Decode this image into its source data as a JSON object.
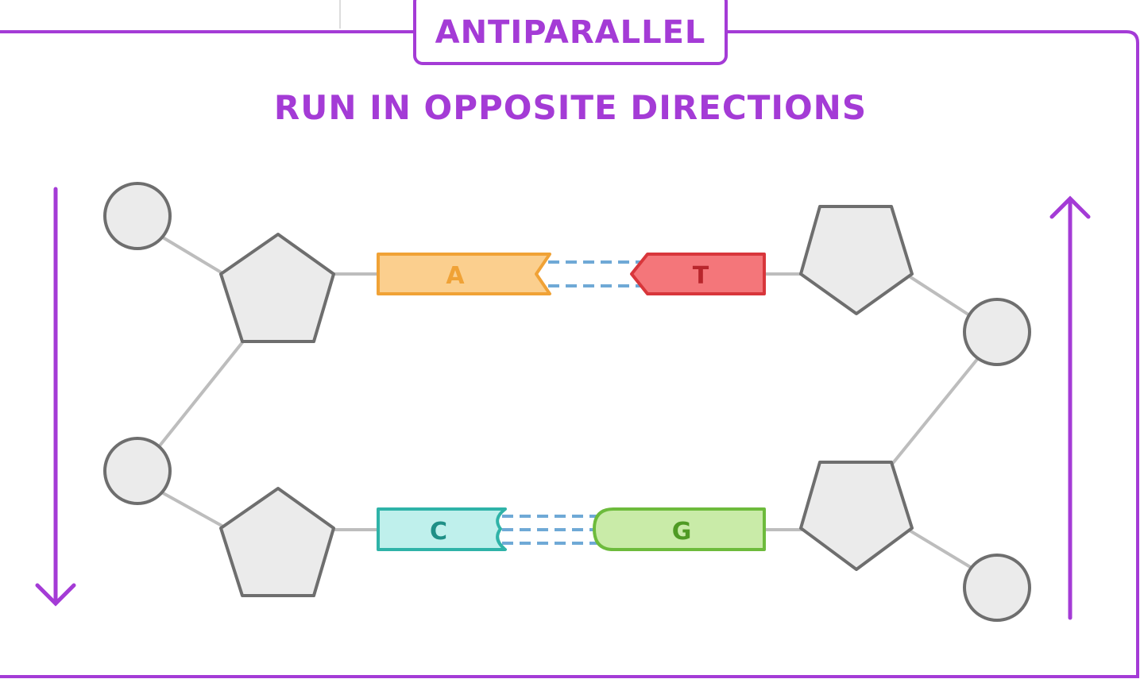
{
  "title": "ANTIPARALLEL",
  "subtitle": "RUN IN OPPOSITE DIRECTIONS",
  "colors": {
    "accent": "#a43bd6",
    "backbone_fill": "#ebebeb",
    "backbone_stroke": "#6e6e6e",
    "bond_line": "#bdbdbd",
    "hydrogen_bond": "#6fa9d6",
    "base_A_fill": "#fbcf8e",
    "base_A_stroke": "#f0a236",
    "base_T_fill": "#f4767a",
    "base_T_stroke": "#d8363b",
    "base_C_fill": "#bff0ec",
    "base_C_stroke": "#2fb3a8",
    "base_G_fill": "#c9eba8",
    "base_G_stroke": "#6dbb3c"
  },
  "strands": [
    {
      "side": "left",
      "direction": "down",
      "icon": "arrow-down-icon"
    },
    {
      "side": "right",
      "direction": "up",
      "icon": "arrow-up-icon"
    }
  ],
  "base_pairs": [
    {
      "left": "A",
      "right": "T",
      "hydrogen_bonds": 2
    },
    {
      "left": "C",
      "right": "G",
      "hydrogen_bonds": 3
    }
  ]
}
